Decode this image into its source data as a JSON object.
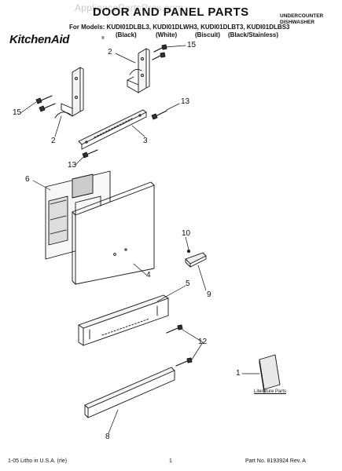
{
  "watermark": "AppliancePartsPros.com",
  "title": "DOOR AND PANEL PARTS",
  "category": {
    "line1": "UNDERCOUNTER",
    "line2": "DISHWASHER"
  },
  "models_line": "For Models: KUDI01DLBL3, KUDI01DLWH3, KUDI01DLBT3, KUDI01DLBS3",
  "variants": [
    "(Black)",
    "(White)",
    "(Biscuit)",
    "(Black/Stainless)"
  ],
  "brand": "KitchenAid",
  "brand_mark": "®",
  "callouts": {
    "c2_top": "2",
    "c15_top": "15",
    "c15_left": "15",
    "c2_left": "2",
    "c13_right": "13",
    "c3": "3",
    "c13_left": "13",
    "c6": "6",
    "c4": "4",
    "c10": "10",
    "c9": "9",
    "c5": "5",
    "c12": "12",
    "c1": "1",
    "c8": "8"
  },
  "literature_label": "Literature Parts",
  "footer": {
    "left": "1-05 Litho in U.S.A. (rle)",
    "center": "1",
    "right": "Part No. 8193924 Rev. A"
  }
}
